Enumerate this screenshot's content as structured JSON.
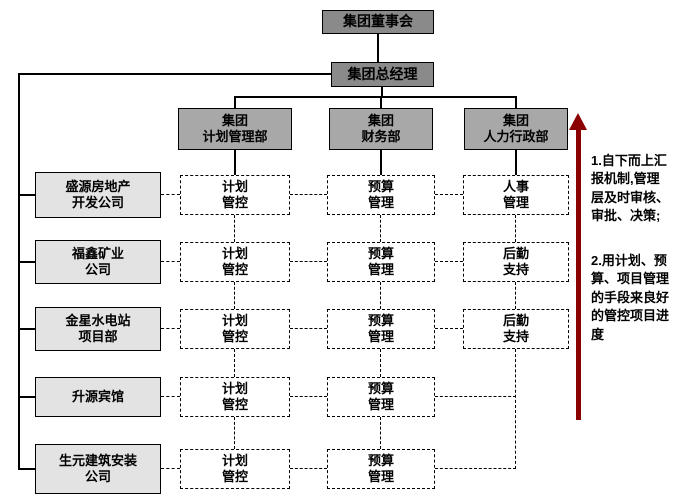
{
  "org": {
    "board": "集团董事会",
    "gm": "集团总经理",
    "departments": [
      {
        "name": "集团\n计划管理部"
      },
      {
        "name": "集团\n财务部"
      },
      {
        "name": "集团\n人力行政部"
      }
    ],
    "rows": [
      {
        "company": "盛源房地产\n开发公司",
        "plan": "计划\n管控",
        "budget": "预算\n管理",
        "hr": "人事\n管理"
      },
      {
        "company": "福鑫矿业\n公司",
        "plan": "计划\n管控",
        "budget": "预算\n管理",
        "hr": "后勤\n支持"
      },
      {
        "company": "金星水电站\n项目部",
        "plan": "计划\n管控",
        "budget": "预算\n管理",
        "hr": "后勤\n支持"
      },
      {
        "company": "升源宾馆",
        "plan": "计划\n管控",
        "budget": "预算\n管理"
      },
      {
        "company": "生元建筑安装\n公司",
        "plan": "计划\n管控",
        "budget": "预算\n管理"
      }
    ],
    "notes": {
      "para1": "1.自下而上汇报机制,管理层及时审核、审批、决策;",
      "para2": "2.用计划、预算、项目管理的手段来良好的管控项目进度"
    },
    "colors": {
      "box_dark": "#8a8a8a",
      "box_mid": "#a8a8a8",
      "box_light": "#e3e3e3",
      "arrow": "#8b0000"
    }
  }
}
